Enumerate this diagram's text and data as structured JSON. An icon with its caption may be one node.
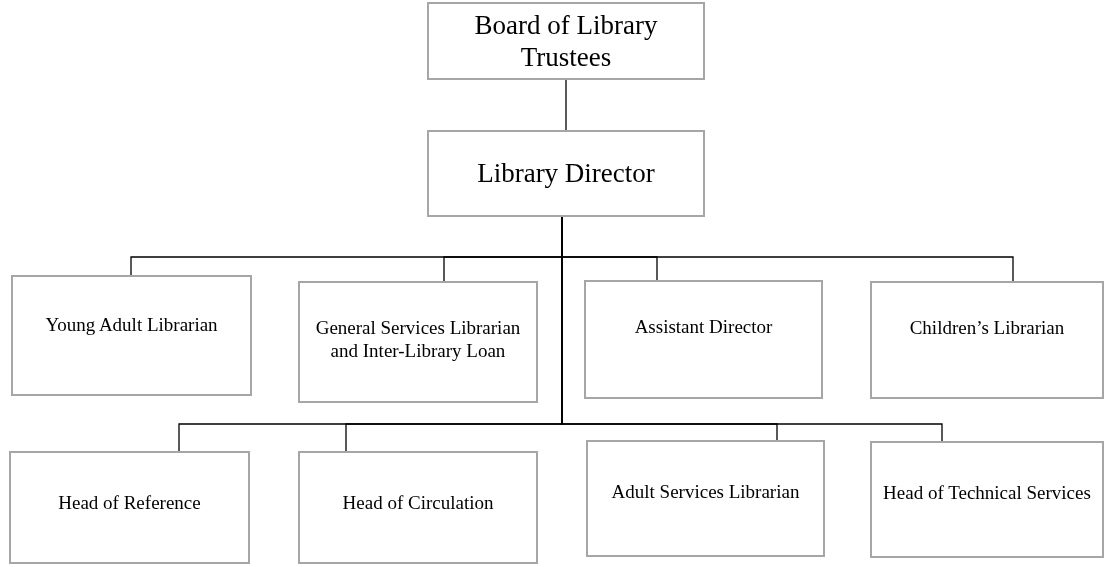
{
  "diagram": {
    "nodes": [
      {
        "text": [
          "Board of Library Trustees"
        ]
      },
      {
        "text": [
          "Library Director"
        ]
      },
      {
        "text": [
          "Young Adult Librarian"
        ]
      },
      {
        "text": [
          "General Services Librarian and Inter-Library Loan"
        ]
      },
      {
        "text": [
          "Assistant Director"
        ]
      },
      {
        "text": [
          "Children’s Librarian"
        ]
      },
      {
        "text": [
          "Head of Reference"
        ]
      },
      {
        "text": [
          "Head of Circulation"
        ]
      },
      {
        "text": [
          "Adult Services Librarian"
        ]
      },
      {
        "text": [
          "Head of Technical Services"
        ]
      }
    ],
    "edges": [
      {
        "from": 0,
        "to": 1,
        "arrow": "none"
      },
      {
        "from": 1,
        "to": 2,
        "arrow": "none"
      },
      {
        "from": 1,
        "to": 3,
        "arrow": "none"
      },
      {
        "from": 1,
        "to": 4,
        "arrow": "none"
      },
      {
        "from": 1,
        "to": 5,
        "arrow": "none"
      },
      {
        "from": 1,
        "to": 6,
        "arrow": "none"
      },
      {
        "from": 1,
        "to": 7,
        "arrow": "none"
      },
      {
        "from": 1,
        "to": 8,
        "arrow": "none"
      },
      {
        "from": 1,
        "to": 9,
        "arrow": "none"
      }
    ]
  }
}
